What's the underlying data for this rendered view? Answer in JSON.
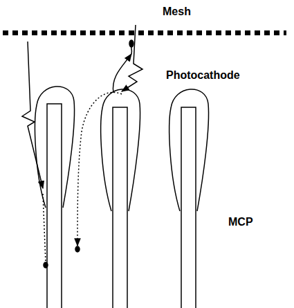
{
  "diagram": {
    "labels": [
      "Mesh",
      "Photocathode",
      "MCP"
    ]
  }
}
